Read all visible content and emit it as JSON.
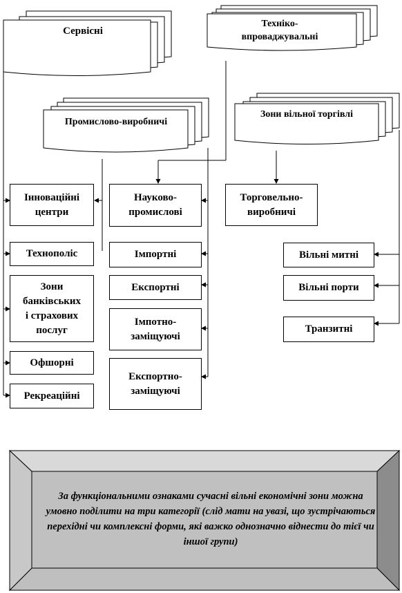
{
  "categories": {
    "service": "Сервісні",
    "technical": "Техніко-\nвпроваджувальні",
    "industrial": "Промислово-виробничі",
    "free_trade": "Зони вільної торгівлі"
  },
  "service_items": {
    "innovation": "Інноваційні\nцентри",
    "technopolis": "Технополіс",
    "banking": "Зони\nбанківських\nі страхових\nпослуг",
    "offshore": "Офшорні",
    "recreation": "Рекреаційні"
  },
  "industrial_items": {
    "science": "Науково-\nпромислові",
    "import": "Імпортні",
    "export": "Експортні",
    "import_sub": "Імпотно-\nзаміщуючі",
    "export_sub": "Експортно-\nзаміщуючі"
  },
  "trade_items": {
    "trade_prod": "Торговельно-\nвиробничі",
    "customs": "Вільні митні",
    "ports": "Вільні порти",
    "transit": "Транзитні"
  },
  "note": {
    "text": "За функціональними ознаками сучасні вільні економічні зони можна умовно поділити на три категорії (слід мати на увазі, що зустрічаються перехідні чи комплексні форми, які важко однозначно віднести до тієї чи іншої групи)"
  },
  "colors": {
    "line": "#000000",
    "bevel_top": "#d9d9d9",
    "bevel_side": "#8c8c8c",
    "bevel_bottom": "#bfbfbf",
    "frame_face": "#c0c0c0"
  }
}
